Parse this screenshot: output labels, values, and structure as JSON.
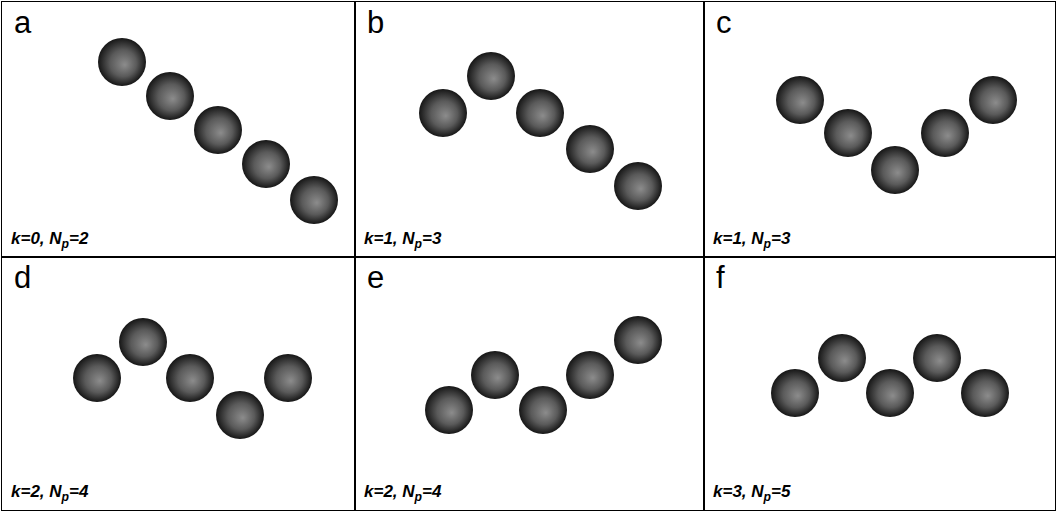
{
  "diagram": {
    "nodes": [
      {
        "text": [
          "a",
          "k=0, Np=2"
        ]
      },
      {
        "text": [
          "b",
          "k=1, Np=3"
        ]
      },
      {
        "text": [
          "c",
          "k=1, Np=3"
        ]
      },
      {
        "text": [
          "d",
          "k=2, Np=4"
        ]
      },
      {
        "text": [
          "e",
          "k=2, Np=4"
        ]
      },
      {
        "text": [
          "f",
          "k=3, Np=5"
        ]
      }
    ]
  }
}
